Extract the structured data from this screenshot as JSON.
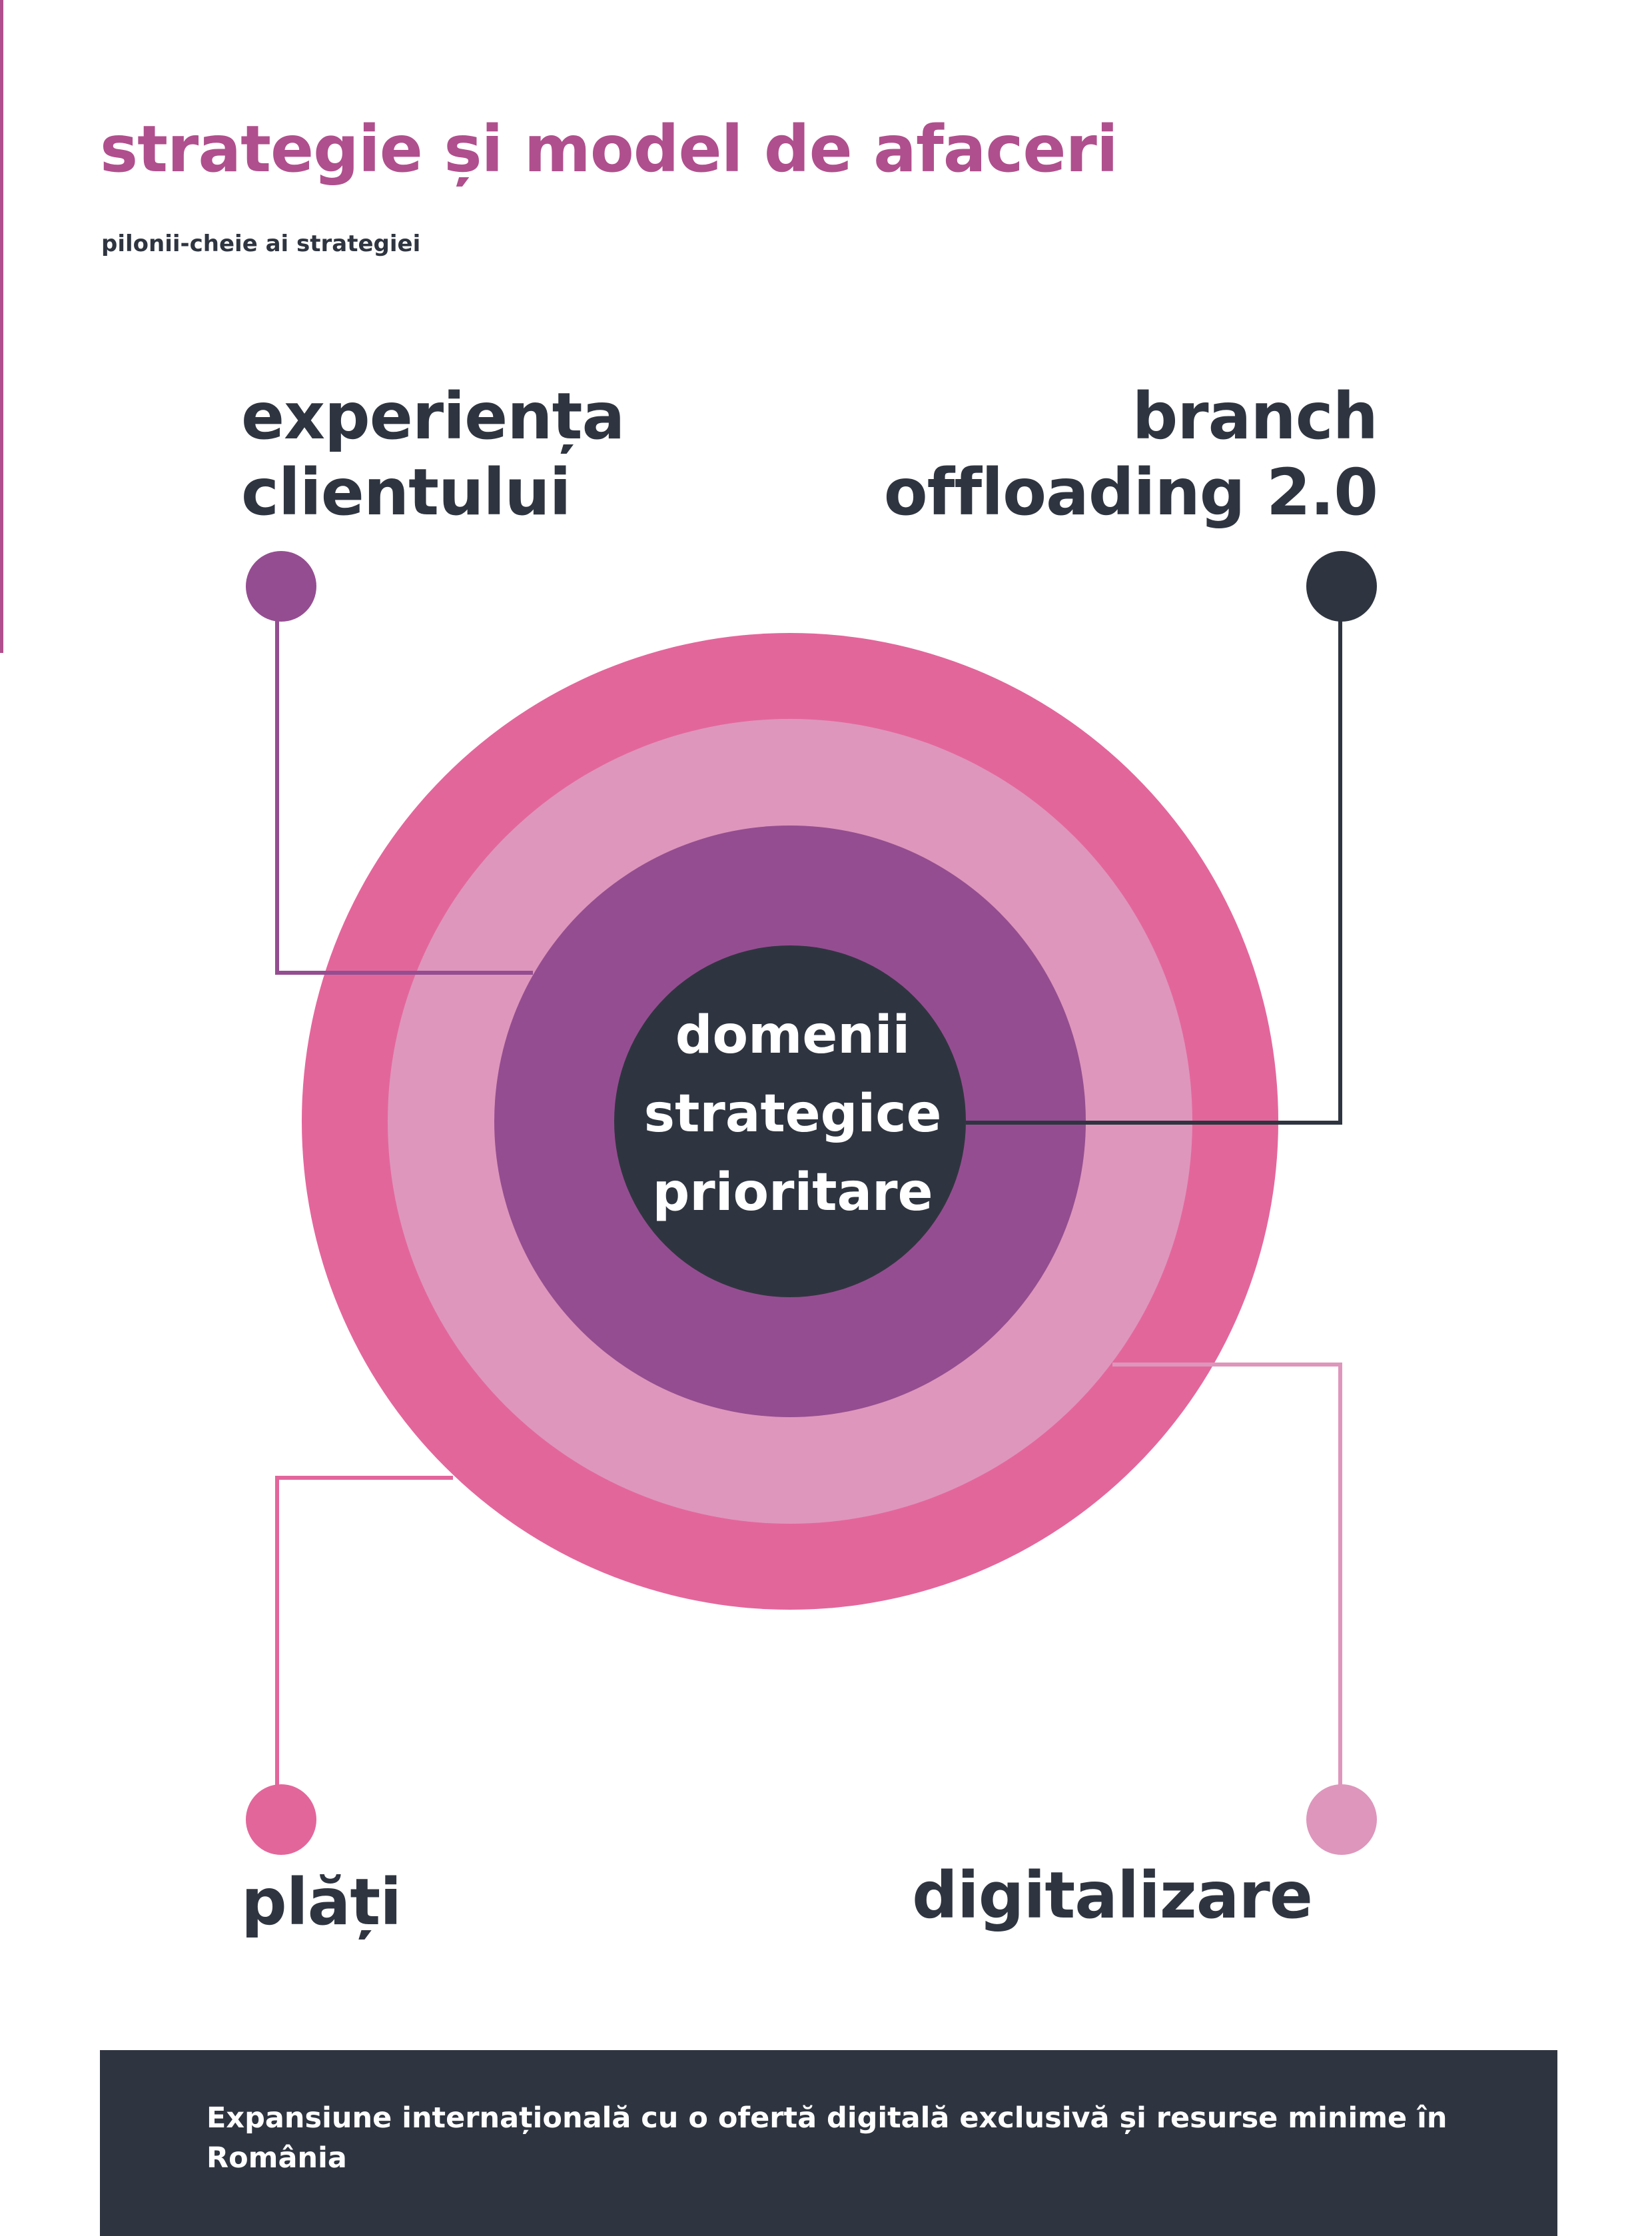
{
  "header": {
    "title": "strategie și model de afaceri",
    "subtitle": "pilonii-cheie ai strategiei"
  },
  "diagram": {
    "center": [
      "domenii",
      "strategice",
      "prioritare"
    ],
    "pillars": [
      {
        "id": "top-left",
        "lines": [
          "experiența",
          "clientului"
        ],
        "color": "#954d91"
      },
      {
        "id": "top-right",
        "lines": [
          "branch",
          "offloading 2.0"
        ],
        "color": "#2f3540"
      },
      {
        "id": "bottom-left",
        "lines": [
          "plăți"
        ],
        "color": "#e3669b"
      },
      {
        "id": "bottom-right",
        "lines": [
          "digitalizare"
        ],
        "color": "#de96bc"
      }
    ],
    "rings": [
      "#e3669b",
      "#de96bc",
      "#954d91",
      "#2f3540"
    ]
  },
  "footer": {
    "text": "Expansiune internațională cu o ofertă digitală exclusivă și resurse minime în România"
  }
}
